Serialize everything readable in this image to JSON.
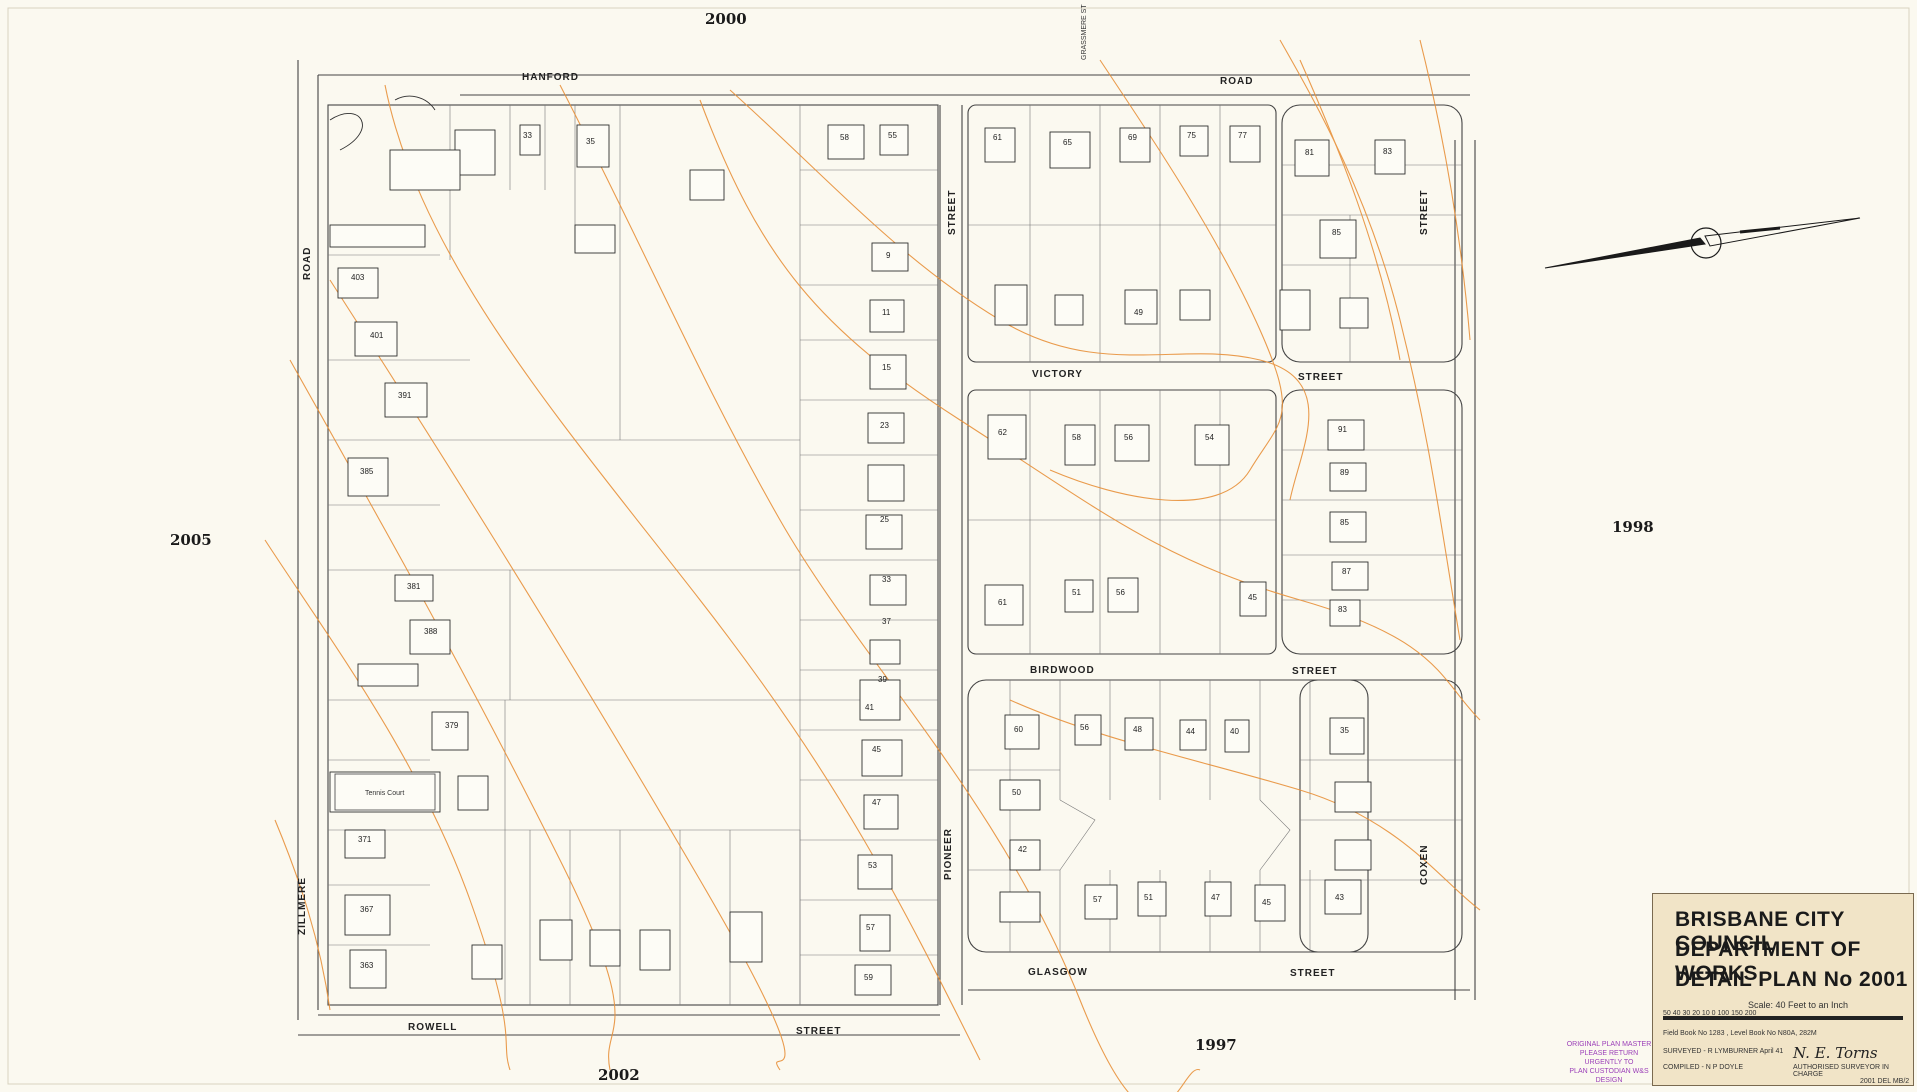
{
  "adjacent_sheets": {
    "top": "2000",
    "left": "2005",
    "right": "1998",
    "bottom_left": "2002",
    "bottom_right": "1997"
  },
  "streets": {
    "hanford": "HANFORD",
    "road_top": "ROAD",
    "road_left": "ROAD",
    "street_pioneer_top": "STREET",
    "pioneer": "PIONEER",
    "victory": "VICTORY",
    "victory_street": "STREET",
    "birdwood": "BIRDWOOD",
    "birdwood_street": "STREET",
    "glasgow": "GLASGOW",
    "glasgow_street": "STREET",
    "coxen": "COXEN",
    "coxen_street": "STREET",
    "zillmere": "ZILLMERE",
    "rowell": "ROWELL",
    "rowell_street": "STREET"
  },
  "house_numbers": {
    "h403": "403",
    "h401": "401",
    "h391": "391",
    "h385": "385",
    "h381": "381",
    "h388": "388",
    "h379": "379",
    "h371": "371",
    "h367": "367",
    "h363": "363",
    "h33": "33",
    "h35": "35",
    "p58": "58",
    "p55": "55",
    "p9": "9",
    "p11": "11",
    "p15": "15",
    "p23": "23",
    "p25": "25",
    "p33": "33",
    "p37": "37",
    "p39": "39",
    "p41": "41",
    "p45": "45",
    "p47": "47",
    "p53": "53",
    "p57": "57",
    "p59": "59",
    "r61": "61",
    "r65": "65",
    "r69": "69",
    "r75": "75",
    "r77": "77",
    "r81": "81",
    "r83": "83",
    "r85": "85",
    "v62": "62",
    "v58": "58",
    "v56": "56",
    "v54": "54",
    "v61": "61",
    "v49": "49",
    "v45": "45",
    "v51": "51",
    "v56b": "56",
    "c91": "91",
    "c89": "89",
    "c85": "85",
    "c87": "87",
    "c83": "83",
    "b60": "60",
    "b56": "56",
    "b48": "48",
    "b44": "44",
    "b40": "40",
    "b35": "35",
    "b50": "50",
    "b42": "42",
    "g57": "57",
    "g51": "51",
    "g47": "47",
    "g45": "45",
    "g43": "43"
  },
  "title_block": {
    "line1": "BRISBANE CITY COUNCIL",
    "line2": "DEPARTMENT OF WORKS",
    "line3": "DETAIL PLAN No 2001",
    "scale": "Scale: 40 Feet to an Inch",
    "scale_ticks": "50 40 30 20 10 0        100        150        200",
    "field_book": "Field Book No 1283 , Level Book No N80A, 282M",
    "surveyed": "SURVEYED - R LYMBURNER  April 41",
    "compiled": "COMPILED - N P DOYLE",
    "signature": "N. E. Torns",
    "authorised": "AUTHORISED SURVEYOR IN CHARGE"
  },
  "stamp": {
    "line1": "ORIGINAL PLAN MASTER",
    "line2": "PLEASE RETURN URGENTLY TO",
    "line3": "PLAN CUSTODIAN W&S DESIGN"
  },
  "plan_code": "2001 DEL MB/2",
  "notes": {
    "tennis": "Tennis Court",
    "grassmere": "GRASSMERE ST"
  },
  "colors": {
    "paper": "#fbf9f0",
    "ink": "#3a3a3a",
    "contour": "#e8913b",
    "stamp": "#9b3fb8",
    "title_block": "#f1e4c7"
  }
}
